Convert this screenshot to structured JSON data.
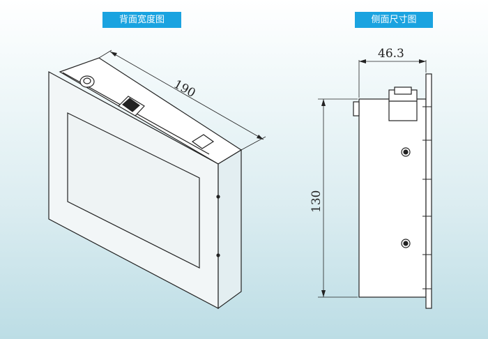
{
  "labels": {
    "front_view": "背面宽度图",
    "side_view": "侧面尺寸图"
  },
  "dimensions": {
    "width": "190",
    "depth": "46.3",
    "height": "130"
  },
  "colors": {
    "label_bg": "#1aa3e0",
    "line": "#222222",
    "page_top": "#ffffff",
    "page_bottom": "#bcdde5"
  }
}
